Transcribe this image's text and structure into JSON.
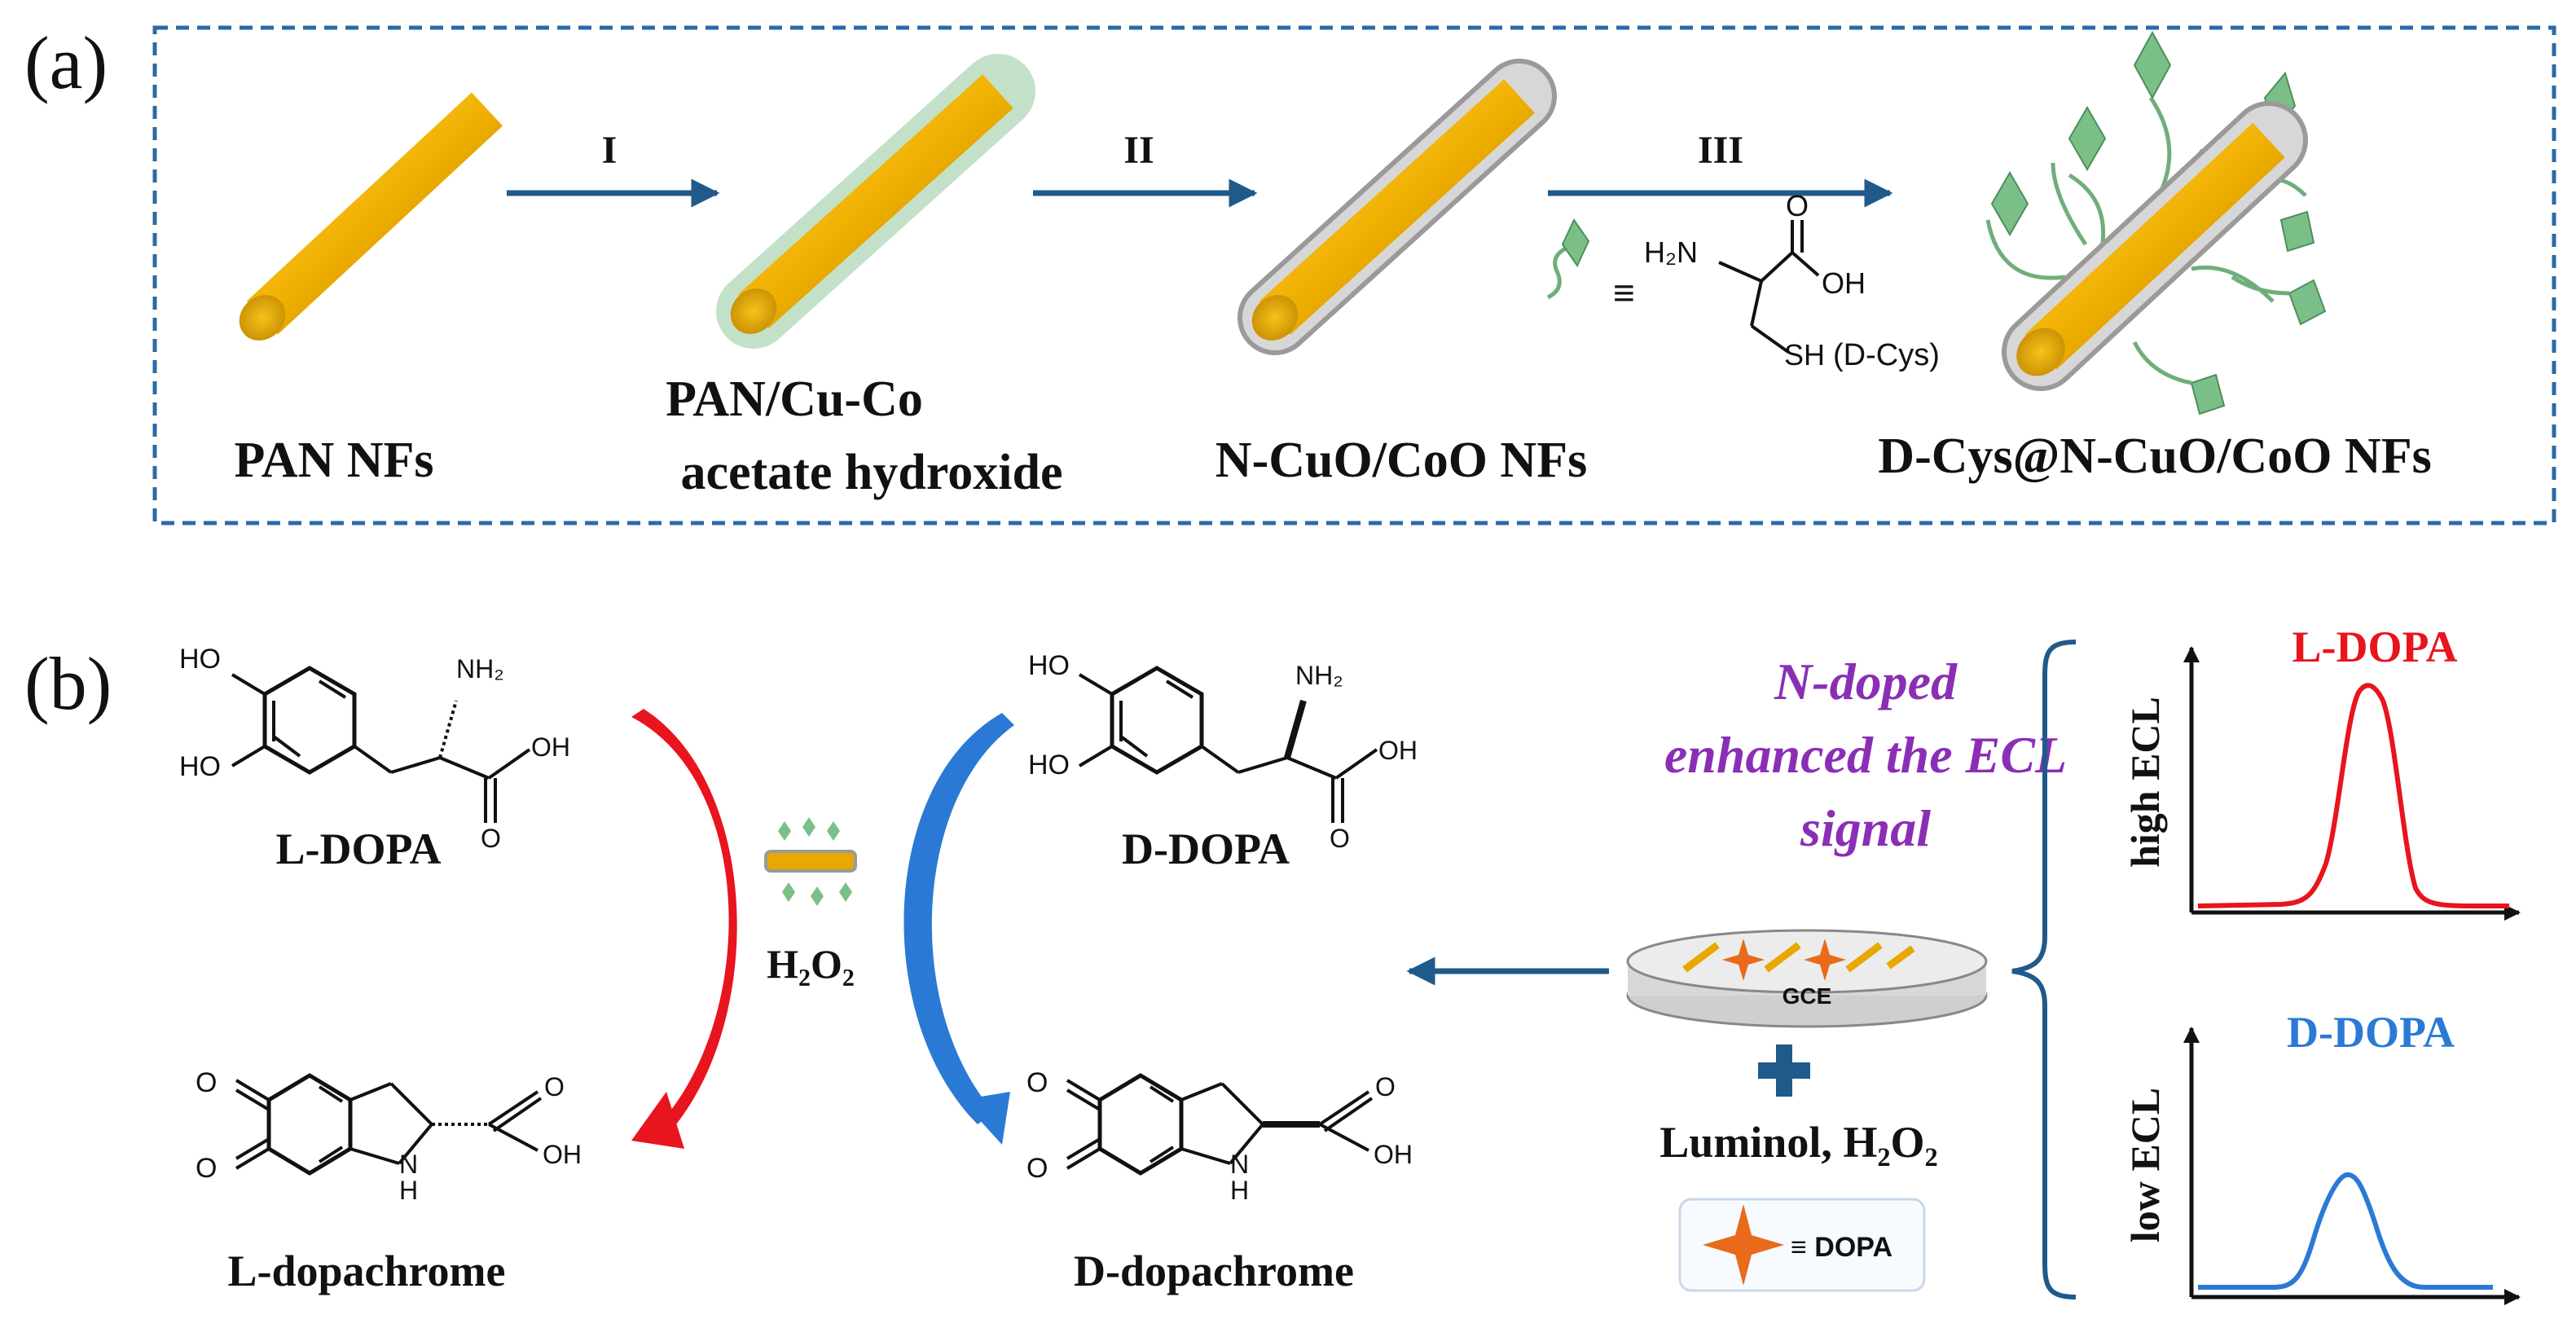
{
  "panel_a": {
    "letter": "(a)",
    "steps": [
      "I",
      "II",
      "III"
    ],
    "labels": {
      "pan": "PAN NFs",
      "pan_cuco_line1": "PAN/Cu-Co",
      "pan_cuco_line2": "acetate hydroxide",
      "ncuo": "N-CuO/CoO NFs",
      "dcys": "D-Cys@N-CuO/CoO NFs"
    },
    "dcys_molecule": {
      "equiv": "≡",
      "h2n": "H₂N",
      "o": "O",
      "oh": "OH",
      "sh": "SH",
      "name": "(D-Cys)"
    }
  },
  "panel_b": {
    "letter": "(b)",
    "ldopa": {
      "ho_top": "HO",
      "ho_bottom": "HO",
      "nh2": "NH₂",
      "oh": "OH",
      "o": "O",
      "name": "L-DOPA"
    },
    "ddopa": {
      "ho_top": "HO",
      "ho_bottom": "HO",
      "nh2": "NH₂",
      "oh": "OH",
      "o": "O",
      "name": "D-DOPA"
    },
    "ldopachrome": {
      "o_top": "O",
      "o_bottom": "O",
      "nh": "N",
      "h": "H",
      "o": "O",
      "oh": "OH",
      "name": "L-dopachrome"
    },
    "ddopachrome": {
      "o_top": "O",
      "o_bottom": "O",
      "nh": "N",
      "h": "H",
      "o": "O",
      "oh": "OH",
      "name": "D-dopachrome"
    },
    "oxidant": "H₂O₂",
    "note_lines": [
      "N-doped",
      "enhanced the ECL",
      "signal"
    ],
    "electrode_label": "GCE",
    "reagents": "Luminol, H₂O₂",
    "legend_equiv": "≡ DOPA",
    "signal_high": {
      "title": "L-DOPA",
      "ylabel": "high ECL"
    },
    "signal_low": {
      "title": "D-DOPA",
      "ylabel": "low ECL"
    },
    "colors": {
      "red": "#e8141e",
      "blue": "#2a7ad5",
      "navy": "#1f5a8a",
      "purple": "#8a2fb5",
      "gold": "#e8a800",
      "green": "#6fae7b",
      "orange": "#e86a1a"
    }
  }
}
